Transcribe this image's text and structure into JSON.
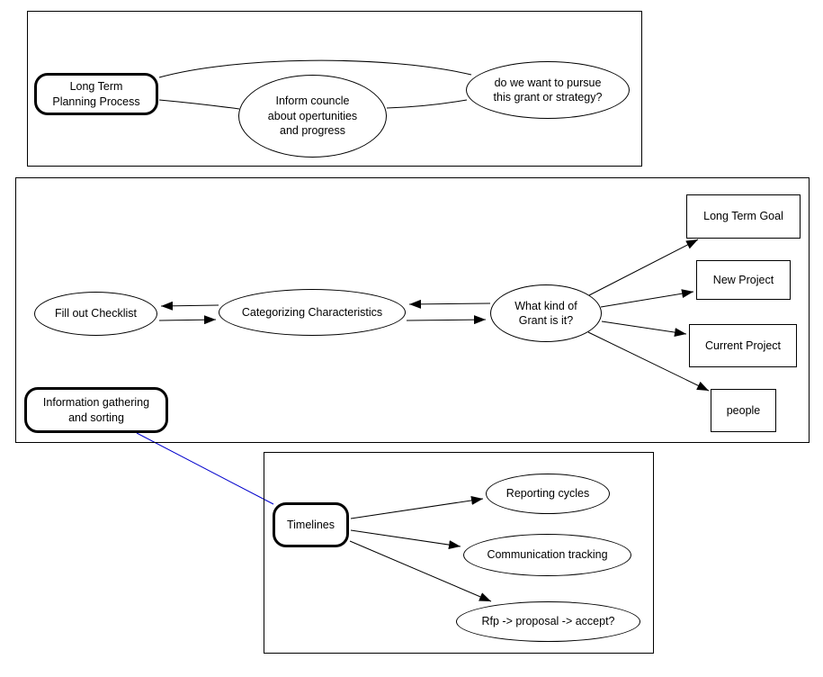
{
  "diagram": {
    "background": "#ffffff",
    "node_stroke": "#000000",
    "edge_color": "#000000",
    "link_edge_color": "#0000cc",
    "text_color": "#000000"
  },
  "nodes": {
    "long_term_planning": {
      "label": "Long Term\nPlanning Process",
      "shape": "rounded-rectangle"
    },
    "inform_council": {
      "label": "Inform councle\nabout opertunities\nand progress",
      "shape": "ellipse"
    },
    "pursue_question": {
      "label": "do we want to pursue\nthis grant or strategy?",
      "shape": "ellipse"
    },
    "fill_out_checklist": {
      "label": "Fill out Checklist",
      "shape": "ellipse"
    },
    "categorizing_characteristics": {
      "label": "Categorizing Characteristics",
      "shape": "ellipse"
    },
    "what_kind_of_grant": {
      "label": "What kind of\nGrant is it?",
      "shape": "ellipse"
    },
    "long_term_goal": {
      "label": "Long Term Goal",
      "shape": "rectangle"
    },
    "new_project": {
      "label": "New Project",
      "shape": "rectangle"
    },
    "current_project": {
      "label": "Current Project",
      "shape": "rectangle"
    },
    "people": {
      "label": "people",
      "shape": "rectangle"
    },
    "information_gathering": {
      "label": "Information gathering\nand sorting",
      "shape": "rounded-rectangle"
    },
    "timelines": {
      "label": "Timelines",
      "shape": "rounded-rectangle"
    },
    "reporting_cycles": {
      "label": "Reporting cycles",
      "shape": "ellipse"
    },
    "communication_tracking": {
      "label": "Communication tracking",
      "shape": "ellipse"
    },
    "rfp_proposal_accept": {
      "label": "Rfp -> proposal -> accept?",
      "shape": "ellipse"
    }
  },
  "edges": [
    {
      "from": "long_term_planning",
      "to": "pursue_question",
      "directed": false,
      "color": "#000000"
    },
    {
      "from": "long_term_planning",
      "to": "inform_council",
      "directed": false,
      "color": "#000000"
    },
    {
      "from": "inform_council",
      "to": "pursue_question",
      "directed": false,
      "color": "#000000"
    },
    {
      "from": "categorizing_characteristics",
      "to": "fill_out_checklist",
      "directed": true,
      "color": "#000000"
    },
    {
      "from": "fill_out_checklist",
      "to": "categorizing_characteristics",
      "directed": true,
      "color": "#000000"
    },
    {
      "from": "what_kind_of_grant",
      "to": "categorizing_characteristics",
      "directed": true,
      "color": "#000000"
    },
    {
      "from": "categorizing_characteristics",
      "to": "what_kind_of_grant",
      "directed": true,
      "color": "#000000"
    },
    {
      "from": "what_kind_of_grant",
      "to": "long_term_goal",
      "directed": true,
      "color": "#000000"
    },
    {
      "from": "what_kind_of_grant",
      "to": "new_project",
      "directed": true,
      "color": "#000000"
    },
    {
      "from": "what_kind_of_grant",
      "to": "current_project",
      "directed": true,
      "color": "#000000"
    },
    {
      "from": "what_kind_of_grant",
      "to": "people",
      "directed": true,
      "color": "#000000"
    },
    {
      "from": "information_gathering",
      "to": "timelines",
      "directed": false,
      "color": "#0000cc"
    },
    {
      "from": "timelines",
      "to": "reporting_cycles",
      "directed": true,
      "color": "#000000"
    },
    {
      "from": "timelines",
      "to": "communication_tracking",
      "directed": true,
      "color": "#000000"
    },
    {
      "from": "timelines",
      "to": "rfp_proposal_accept",
      "directed": true,
      "color": "#000000"
    }
  ]
}
